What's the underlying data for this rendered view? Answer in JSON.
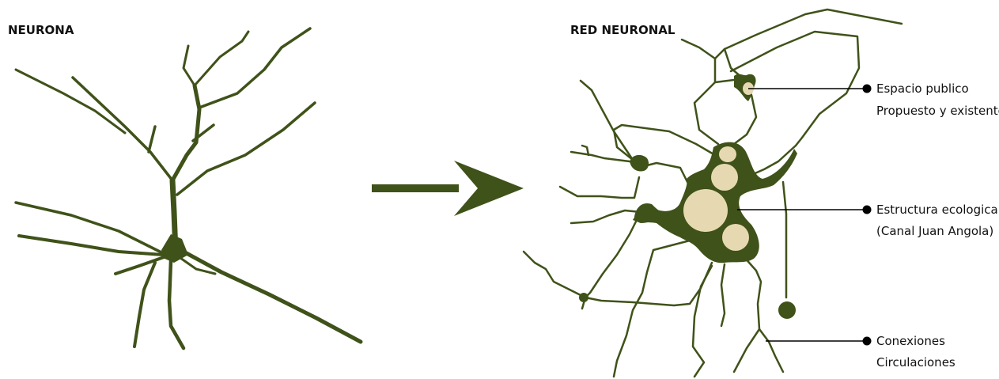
{
  "left_panel": {
    "title": "NEURONA"
  },
  "right_panel": {
    "title": "RED NEURONAL"
  },
  "legend": [
    {
      "line1": "Espacio publico",
      "line2": "Propuesto y existente"
    },
    {
      "line1": "Estructura ecologica",
      "line2": "(Canal Juan Angola)"
    },
    {
      "line1": "Conexiones",
      "line2": "Circulaciones"
    }
  ],
  "colors": {
    "branch": "#3f5219",
    "space_fill": "#e6d9b2",
    "text": "#111111",
    "leader": "#000000"
  }
}
